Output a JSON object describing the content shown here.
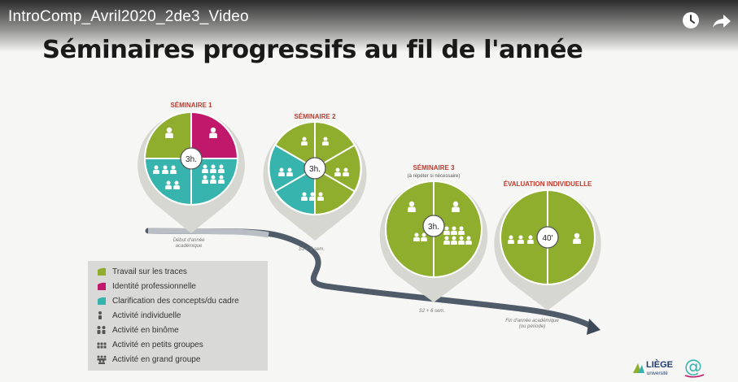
{
  "player": {
    "video_title": "IntroComp_Avril2020_2de3_Video",
    "icons": [
      "clock-icon",
      "share-icon"
    ]
  },
  "slide": {
    "title": "Séminaires progressifs au fil de l'année",
    "seminars": [
      {
        "title": "SÉMINAIRE 1",
        "duration": "3h.",
        "timeline_label_1": "Début d'année",
        "timeline_label_2": "académique"
      },
      {
        "title": "SÉMINAIRE 2",
        "duration": "3h.",
        "timeline_label": "S1 + 6 sem."
      },
      {
        "title": "SÉMINAIRE 3",
        "subtitle": "(à répéter si nécessaire)",
        "duration": "3h.",
        "timeline_label": "S2 + 6 sem."
      },
      {
        "title": "ÉVALUATION INDIVIDUELLE",
        "duration": "40'",
        "timeline_label_1": "Fin d'année académique",
        "timeline_label_2": "(ou période)"
      }
    ],
    "legend": [
      {
        "label": "Travail sur les traces",
        "icon": "green-flag-icon"
      },
      {
        "label": "Identité professionnelle",
        "icon": "magenta-flag-icon"
      },
      {
        "label": "Clarification des concepts/du cadre",
        "icon": "teal-flag-icon"
      },
      {
        "label": "Activité individuelle",
        "icon": "single-person-icon"
      },
      {
        "label": "Activité en binôme",
        "icon": "pair-people-icon"
      },
      {
        "label": "Activité en petits groupes",
        "icon": "small-group-icon"
      },
      {
        "label": "Activité en grand groupe",
        "icon": "large-group-icon"
      }
    ],
    "logos": {
      "liege_line1": "LIÈGE",
      "liege_line2": "université"
    }
  },
  "colors": {
    "green": "#8fae2e",
    "magenta": "#c0186b",
    "teal": "#37b4ad",
    "pin_outline": "#d7d7d2",
    "title_red": "#c0392b",
    "arrow": "#3e4a5a"
  }
}
